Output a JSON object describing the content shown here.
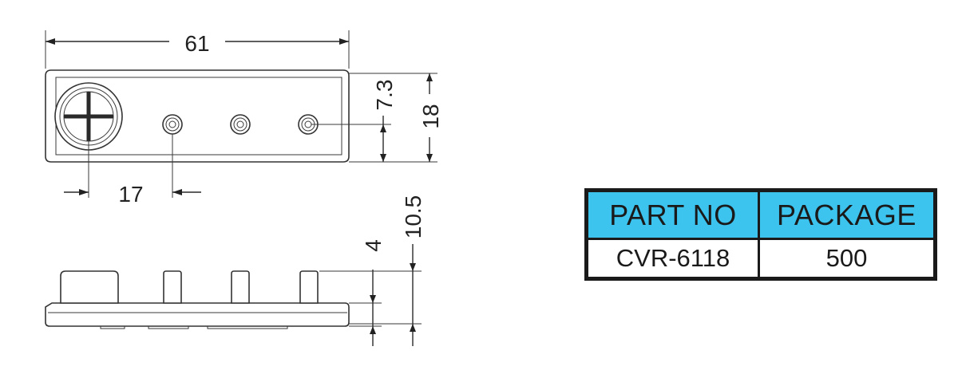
{
  "dimensions": {
    "total_length": "61",
    "height_top": "7.3",
    "height_total": "18",
    "hole_offset": "17",
    "side_height_total": "10.5",
    "side_height_base": "4"
  },
  "table": {
    "headers": [
      "PART NO",
      "PACKAGE"
    ],
    "rows": [
      [
        "CVR-6118",
        "500"
      ]
    ],
    "header_color": "#3cc4ef"
  }
}
